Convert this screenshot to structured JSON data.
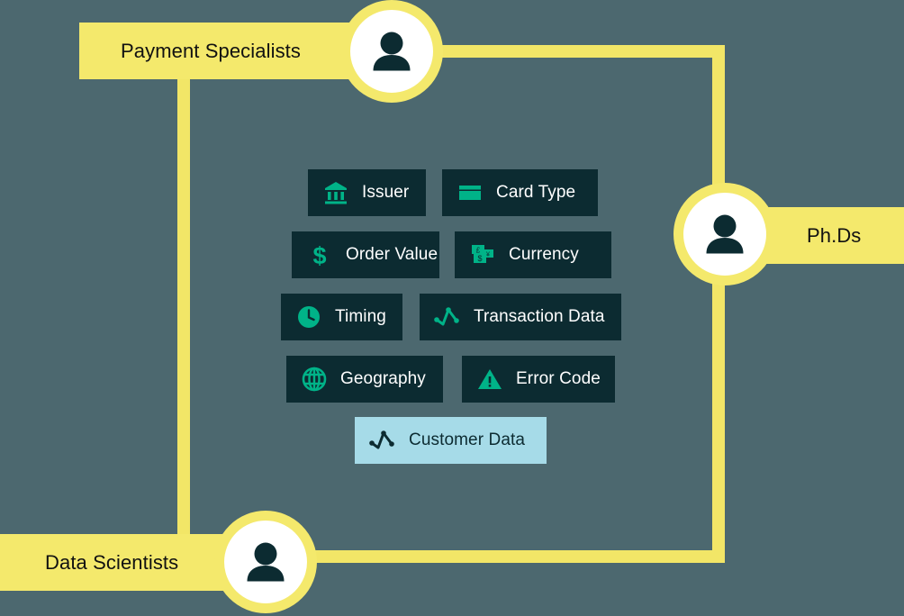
{
  "canvas": {
    "background_color": "#4c686f",
    "connector_color": "#f2e667"
  },
  "roles": [
    {
      "id": "payment-specialists",
      "label": "Payment Specialists",
      "banner_color": "#f4e96c",
      "text_color": "#111111",
      "avatar_icon": "person-icon"
    },
    {
      "id": "phds",
      "label": "Ph.Ds",
      "banner_color": "#f4e96c",
      "text_color": "#111111",
      "avatar_icon": "person-icon"
    },
    {
      "id": "data-scientists",
      "label": "Data Scientists",
      "banner_color": "#f4e96c",
      "text_color": "#111111",
      "avatar_icon": "person-icon"
    }
  ],
  "attributes": [
    {
      "id": "issuer",
      "label": "Issuer",
      "icon": "bank-icon",
      "highlighted": false
    },
    {
      "id": "card-type",
      "label": "Card Type",
      "icon": "credit-card-icon",
      "highlighted": false
    },
    {
      "id": "order-value",
      "label": "Order Value",
      "icon": "dollar-sign-icon",
      "highlighted": false
    },
    {
      "id": "currency",
      "label": "Currency",
      "icon": "banknotes-icon",
      "highlighted": false
    },
    {
      "id": "timing",
      "label": "Timing",
      "icon": "clock-icon",
      "highlighted": false
    },
    {
      "id": "transaction-data",
      "label": "Transaction Data",
      "icon": "line-chart-icon",
      "highlighted": false
    },
    {
      "id": "geography",
      "label": "Geography",
      "icon": "globe-icon",
      "highlighted": false
    },
    {
      "id": "error-code",
      "label": "Error Code",
      "icon": "warning-icon",
      "highlighted": false
    },
    {
      "id": "customer-data",
      "label": "Customer Data",
      "icon": "line-chart-icon",
      "highlighted": true
    }
  ],
  "colors": {
    "tag_background": "#0c2b31",
    "tag_text": "#ffffff",
    "tag_icon": "#00b388",
    "highlight_background": "#a6dbe8",
    "highlight_text": "#0c2b31",
    "avatar_ring": "#f4e96c",
    "avatar_face": "#0c2b31"
  }
}
